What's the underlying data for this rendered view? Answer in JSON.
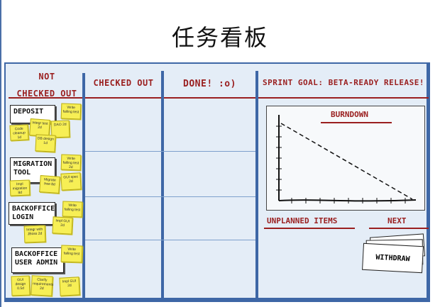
{
  "page_title": "任务看板",
  "columns": {
    "not_checked_out": "NOT\nCHECKED OUT",
    "checked_out": "CHECKED OUT",
    "done": "DONE! :o)",
    "sprint_goal": "SPRINT GOAL: BETA-READY RELEASE!"
  },
  "stories": [
    {
      "label": "DEPOSIT",
      "stickies": [
        "Write failing test",
        "Code cleanup 1d",
        "Integr test 2d",
        "DAO 2d",
        "DB design 1d"
      ]
    },
    {
      "label": "MIGRATION TOOL",
      "stickies": [
        "Write failing test 2d",
        "Impl migration 8d",
        "Migrate free 8d",
        "GUI spec 2d"
      ]
    },
    {
      "label": "BACKOFFICE LOGIN",
      "stickies": [
        "Write failing test",
        "Integr with JBoss 2d",
        "Impl GUI 2d"
      ]
    },
    {
      "label": "BACKOFFICE USER ADMIN",
      "stickies": [
        "Write failing test",
        "GUI design 0.5d",
        "Clarify requirements 2d",
        "Impl GUI 2d"
      ]
    }
  ],
  "burndown": {
    "title": "BURNDOWN"
  },
  "unplanned": {
    "label": "UNPLANNED ITEMS"
  },
  "next": {
    "label": "NEXT",
    "top_card": "WITHDRAW"
  },
  "colors": {
    "board_bg": "#e4edf7",
    "board_lines": "#3e67a6",
    "marker_red": "#9a1f1f",
    "sticky_yellow": "#f7ef55"
  }
}
